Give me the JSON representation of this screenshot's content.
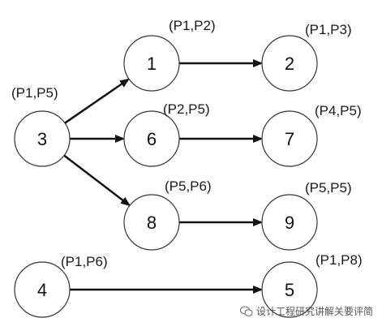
{
  "colors": {
    "node_stroke": "#333333",
    "node_fill": "#ffffff",
    "edge": "#111111",
    "text": "#1a1a1a"
  },
  "nodes": [
    {
      "id": "1",
      "label": "1",
      "tag": "(P1,P2)"
    },
    {
      "id": "2",
      "label": "2",
      "tag": "(P1,P3)"
    },
    {
      "id": "3",
      "label": "3",
      "tag": "(P1,P5)"
    },
    {
      "id": "4",
      "label": "4",
      "tag": "(P1,P6)"
    },
    {
      "id": "5",
      "label": "5",
      "tag": "(P1,P8)"
    },
    {
      "id": "6",
      "label": "6",
      "tag": "(P2,P5)"
    },
    {
      "id": "7",
      "label": "7",
      "tag": "(P4,P5)"
    },
    {
      "id": "8",
      "label": "8",
      "tag": "(P5,P6)"
    },
    {
      "id": "9",
      "label": "9",
      "tag": "(P5,P5)"
    }
  ],
  "edges": [
    {
      "from": "3",
      "to": "1"
    },
    {
      "from": "3",
      "to": "6"
    },
    {
      "from": "3",
      "to": "8"
    },
    {
      "from": "1",
      "to": "2"
    },
    {
      "from": "6",
      "to": "7"
    },
    {
      "from": "8",
      "to": "9"
    },
    {
      "from": "4",
      "to": "5"
    }
  ],
  "watermark": {
    "icon": "wechat-icon",
    "text": "设计工程研究讲解关要评简"
  }
}
